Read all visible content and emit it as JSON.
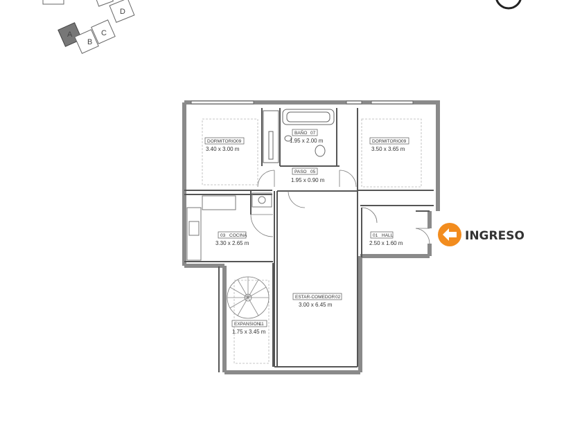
{
  "key_plan": {
    "letters": [
      "A",
      "B",
      "C",
      "D"
    ],
    "highlighted": "A",
    "highlight_color": "#777777"
  },
  "entry": {
    "label": "INGRESO",
    "arrow_color": "#f28c1e",
    "arrow_icon": "arrow-left-icon"
  },
  "rooms": {
    "dorm1": {
      "name": "DORMITORIO",
      "number": "09",
      "dims": "3.40 x 3.00 m"
    },
    "bano": {
      "name": "BAÑO",
      "number": "07",
      "dims": "1.95 x 2.00 m"
    },
    "dorm2": {
      "name": "DORMITORIO",
      "number": "09",
      "dims": "3.50 x 3.65 m"
    },
    "paso": {
      "name": "PASO",
      "number": "05",
      "dims": "1.95 x 0.90 m"
    },
    "cocina": {
      "name": "COCINA",
      "number": "03",
      "dims": "3.30 x 2.65 m"
    },
    "hall": {
      "name": "HALL",
      "number": "01",
      "dims": "2.50 x 1.60 m"
    },
    "estar": {
      "name": "ESTAR-COMEDOR",
      "number": "02",
      "dims": "3.00 x 6.45 m"
    },
    "expansion": {
      "name": "EXPANSION",
      "number": "11",
      "dims": "1.75 x 3.45 m"
    }
  },
  "colors": {
    "wall": "#8a8a8a",
    "line": "#555555",
    "dashed": "#b5b5b5"
  }
}
